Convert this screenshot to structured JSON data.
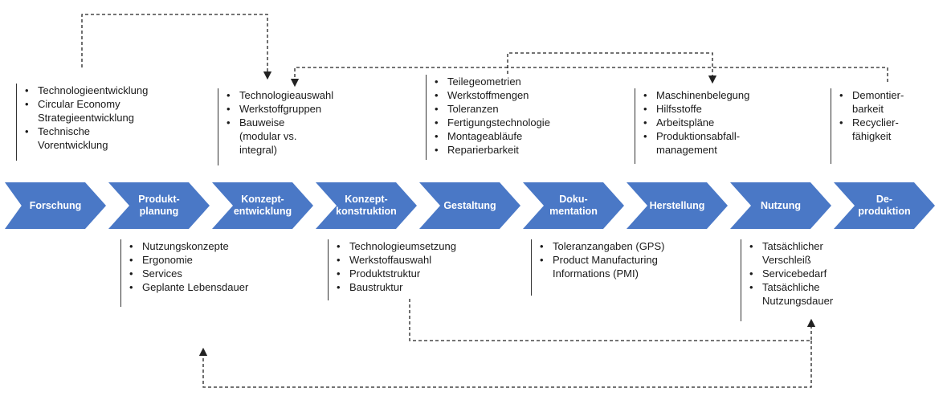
{
  "stages": [
    {
      "label": "Forschung"
    },
    {
      "label": "Produkt-\nplanung"
    },
    {
      "label": "Konzept-\nentwicklung"
    },
    {
      "label": "Konzept-\nkonstruktion"
    },
    {
      "label": "Gestaltung"
    },
    {
      "label": "Doku-\nmentation"
    },
    {
      "label": "Herstellung"
    },
    {
      "label": "Nutzung"
    },
    {
      "label": "De-\nproduktion"
    }
  ],
  "top_boxes": [
    {
      "items": [
        "Technologieentwicklung",
        "Circular Economy\nStrategieentwicklung",
        "Technische\nVorentwicklung"
      ]
    },
    {
      "items": [
        "Technologieauswahl",
        "Werkstoffgruppen",
        "Bauweise\n(modular vs.\nintegral)"
      ]
    },
    {
      "items": [
        "Teilegeometrien",
        "Werkstoffmengen",
        "Toleranzen",
        "Fertigungstechnologie",
        "Montageabläufe",
        "Reparierbarkeit"
      ]
    },
    {
      "items": [
        "Maschinenbelegung",
        "Hilfsstoffe",
        "Arbeitspläne",
        "Produktionsabfall-\nmanagement"
      ]
    },
    {
      "items": [
        "Demontier-\nbarkeit",
        "Recyclier-\nfähigkeit"
      ]
    }
  ],
  "bottom_boxes": [
    {
      "items": [
        "Nutzungskonzepte",
        "Ergonomie",
        "Services",
        "Geplante Lebensdauer"
      ]
    },
    {
      "items": [
        "Technologieumsetzung",
        "Werkstoffauswahl",
        "Produktstruktur",
        "Baustruktur"
      ]
    },
    {
      "items": [
        "Toleranzangaben (GPS)",
        "Product Manufacturing\nInformations (PMI)"
      ]
    },
    {
      "items": [
        "Tatsächlicher\nVerschleiß",
        "Servicebedarf",
        "Tatsächliche\nNutzungsdauer"
      ]
    }
  ],
  "colors": {
    "chevron": "#4a78c6",
    "connector": "#222222",
    "text": "#1a1a1a"
  }
}
